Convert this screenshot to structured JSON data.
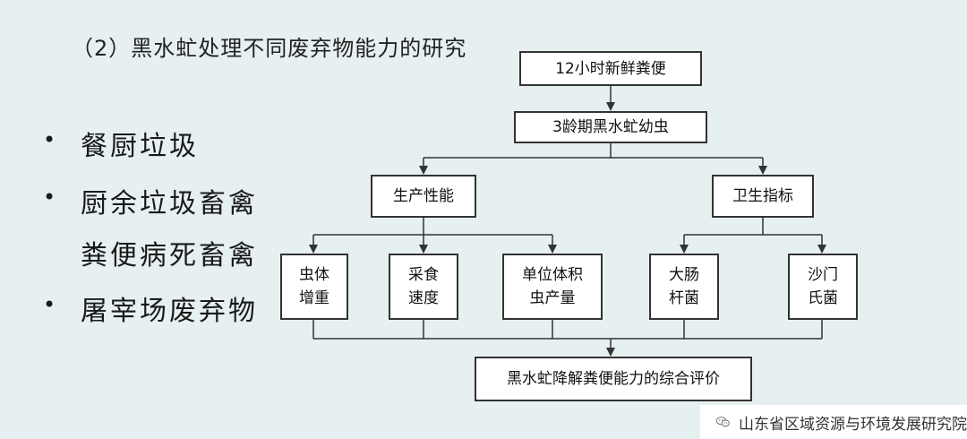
{
  "slide": {
    "title": "（2）黑水虻处理不同废弃物能力的研究",
    "bullets": [
      {
        "dot": "•",
        "text": "餐厨垃圾"
      },
      {
        "dot": "•",
        "text": "厨余垃圾畜禽"
      },
      {
        "dot": "",
        "text": "粪便病死畜禽"
      },
      {
        "dot": "•",
        "text": "屠宰场废弃物"
      }
    ]
  },
  "diagram": {
    "nodes": {
      "fresh_manure": "12小时新鲜粪便",
      "larvae": "3龄期黑水虻幼虫",
      "production": "生产性能",
      "hygiene": "卫生指标",
      "weight_gain": "虫体\n增重",
      "feeding_speed": "采食\n速度",
      "unit_yield": "单位体积\n虫产量",
      "ecoli": "大肠\n杆菌",
      "salmonella": "沙门\n氏菌",
      "evaluation": "黑水虻降解粪便能力的综合评价"
    }
  },
  "watermark": {
    "text": "山东省区域资源与环境发展研究院",
    "icon": "wechat-icon"
  }
}
